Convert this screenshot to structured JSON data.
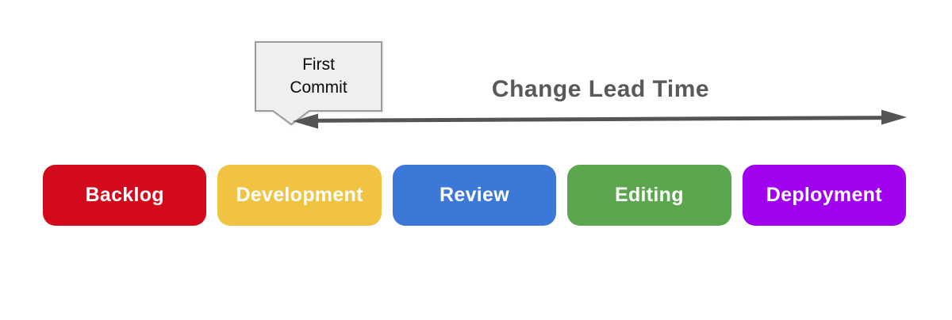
{
  "figure": {
    "callout": {
      "text": "First\nCommit"
    },
    "lead_time": {
      "label": "Change Lead Time"
    },
    "stages": [
      {
        "label": "Backlog",
        "color": "#D20A1C"
      },
      {
        "label": "Development",
        "color": "#F0C343"
      },
      {
        "label": "Review",
        "color": "#3C78D8"
      },
      {
        "label": "Editing",
        "color": "#5CA64F"
      },
      {
        "label": "Deployment",
        "color": "#A002F0"
      }
    ],
    "colors": {
      "background": "#FFFFFF",
      "arrow": "#545454",
      "lead_time_text": "#595959",
      "callout_fill": "#EFEFEF",
      "callout_border": "#9A9A9A",
      "callout_text": "#0A0A0A",
      "stage_text": "#FFFFFF"
    }
  }
}
